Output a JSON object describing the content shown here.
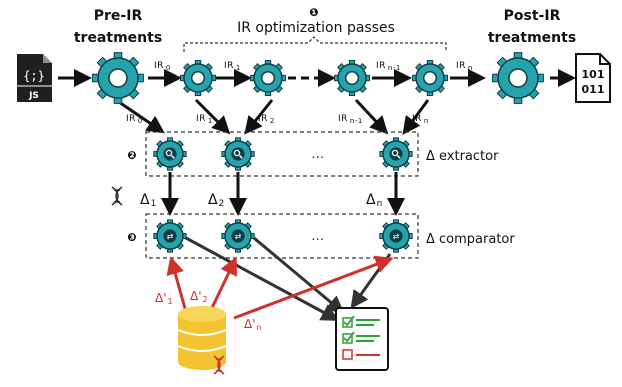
{
  "header": {
    "pre_ir": [
      "Pre-IR",
      "treatments"
    ],
    "ir_passes": "IR optimization passes",
    "post_ir": [
      "Post-IR",
      "treatments"
    ],
    "step1": "❶",
    "step2": "❷",
    "step3": "❸"
  },
  "files": {
    "source_symbol": "{;}",
    "source_ext": "JS",
    "binary_top": "101",
    "binary_bottom": "011"
  },
  "ir_labels": {
    "ir0": {
      "base": "IR",
      "sub": "0"
    },
    "ir1": {
      "base": "IR",
      "sub": "1"
    },
    "irn1": {
      "base": "IR",
      "sub": "n-1"
    },
    "irn": {
      "base": "IR",
      "sub": "n"
    },
    "ir2": {
      "base": "IR",
      "sub": "2"
    }
  },
  "ellipsis": "...",
  "rows": {
    "extractor_label": "Δ extractor",
    "comparator_label": "Δ comparator"
  },
  "deltas": {
    "d1": {
      "base": "Δ",
      "sub": "1"
    },
    "d2": {
      "base": "Δ",
      "sub": "2"
    },
    "dn": {
      "base": "Δ",
      "sub": "n"
    }
  },
  "red_deltas": {
    "r1": {
      "base": "Δ'",
      "sub": "1"
    },
    "r2": {
      "base": "Δ'",
      "sub": "2"
    },
    "rn": {
      "base": "Δ'",
      "sub": "n"
    }
  },
  "colors": {
    "gear": "#27a3ad",
    "gear_dark": "#0f3f45",
    "db": "#f4c430",
    "red": "#d0312d",
    "check": "#2e9e3a"
  }
}
